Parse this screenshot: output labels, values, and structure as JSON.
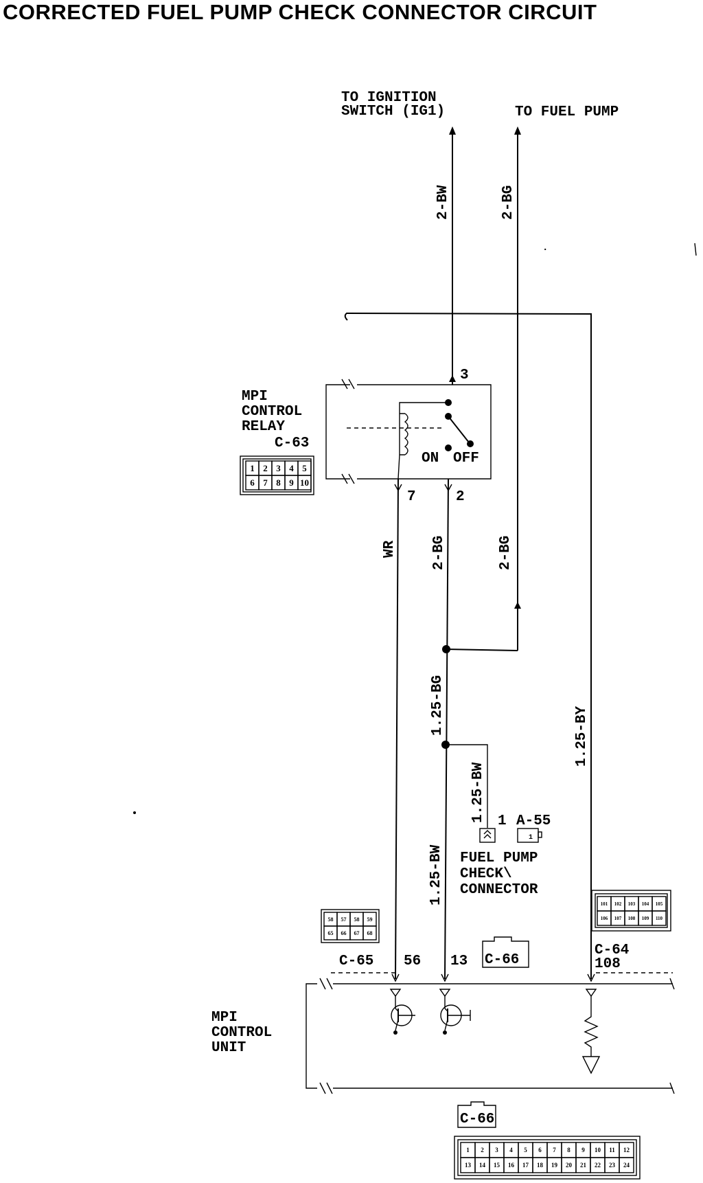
{
  "title": "CORRECTED FUEL PUMP CHECK CONNECTOR CIRCUIT",
  "labels": {
    "to_ignition_line1": "TO IGNITION",
    "to_ignition_line2": "SWITCH (IG1)",
    "to_fuel_pump": "TO FUEL PUMP",
    "relay_line1": "MPI",
    "relay_line2": "CONTROL",
    "relay_line3": "RELAY",
    "relay_connector": "C-63",
    "on": "ON",
    "off": "OFF",
    "unit_line1": "MPI",
    "unit_line2": "CONTROL",
    "unit_line3": "UNIT",
    "check_conn_line1": "FUEL PUMP",
    "check_conn_line2": "CHECK\\",
    "check_conn_line3": "CONNECTOR",
    "check_conn_id": "A-55"
  },
  "terminals": {
    "relay_3": "3",
    "relay_7": "7",
    "relay_2": "2",
    "check_1": "1",
    "ecu_56": "56",
    "ecu_13": "13",
    "ecu_108": "108"
  },
  "connectors": {
    "c65": "C-65",
    "c66": "C-66",
    "c64": "C-64",
    "a55_pin": "1"
  },
  "wires": {
    "ign": "2-BW",
    "fp_top": "2-BG",
    "wr": "WR",
    "relay_out": "2-BG",
    "fp_lower": "2-BG",
    "bg125": "1.25-BG",
    "bw125_vert": "1.25-BW",
    "bw125_main": "1.25-BW",
    "by125": "1.25-BY"
  },
  "pinouts": {
    "c63_row1": [
      "1",
      "2",
      "3",
      "4",
      "5"
    ],
    "c63_row2": [
      "6",
      "7",
      "8",
      "9",
      "10"
    ],
    "c65_row1": [
      "58",
      "57",
      "58",
      "59"
    ],
    "c65_row2": [
      "65",
      "66",
      "67",
      "68"
    ],
    "c64_row1": [
      "101",
      "102",
      "103",
      "104",
      "105"
    ],
    "c64_row2": [
      "106",
      "107",
      "108",
      "109",
      "110"
    ],
    "c66_row1": [
      "1",
      "2",
      "3",
      "4",
      "5",
      "6",
      "7",
      "8",
      "9",
      "10",
      "11",
      "12"
    ],
    "c66_row2": [
      "13",
      "14",
      "15",
      "16",
      "17",
      "18",
      "19",
      "20",
      "21",
      "22",
      "23",
      "24"
    ]
  }
}
